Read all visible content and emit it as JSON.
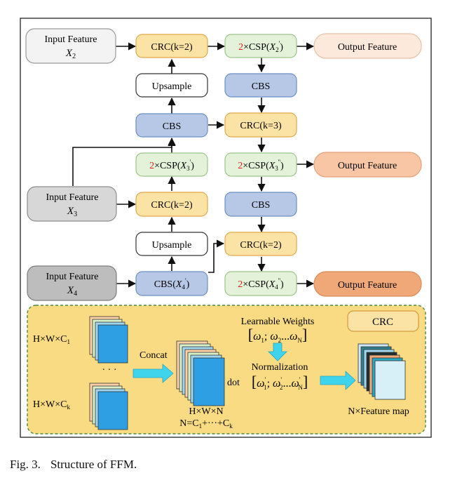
{
  "figure": {
    "caption_label": "Fig. 3.",
    "caption_title": "Structure of FFM."
  },
  "inputs": {
    "x2": {
      "label": "Input Feature",
      "var": "X",
      "sub": "2"
    },
    "x3": {
      "label": "Input Feature",
      "var": "X",
      "sub": "3"
    },
    "x4": {
      "label": "Input Feature",
      "var": "X",
      "sub": "4"
    }
  },
  "outputs": {
    "o1": "Output Feature",
    "o2": "Output Feature",
    "o3": "Output Feature"
  },
  "blocks": {
    "crc_k2_top": "CRC(k=2)",
    "crc_k3": "CRC(k=3)",
    "crc_k2_mid": "CRC(k=2)",
    "crc_k2_right": "CRC(k=2)",
    "upsample_1": "Upsample",
    "upsample_2": "Upsample",
    "cbs_left": "CBS",
    "cbs_right_1": "CBS",
    "cbs_right_2": "CBS",
    "cbs_x4": {
      "prefix": "CBS(",
      "var": "X",
      "sub": "4",
      "sup": "'",
      "suffix": ")"
    },
    "csp_x2": {
      "mult": "2",
      "prefix": "×CSP(",
      "var": "X",
      "sub": "2",
      "sup": "'",
      "suffix": ")"
    },
    "csp_x3_left": {
      "mult": "2",
      "prefix": "×CSP(",
      "var": "X",
      "sub": "3",
      "sup": "'",
      "suffix": ")"
    },
    "csp_x3_right": {
      "mult": "2",
      "prefix": "×CSP(",
      "var": "X",
      "sub": "3",
      "sup": "''",
      "suffix": ")"
    },
    "csp_x4": {
      "mult": "2",
      "prefix": "×CSP(",
      "var": "X",
      "sub": "4",
      "sup": "''",
      "suffix": ")"
    }
  },
  "crc_detail": {
    "badge": "CRC",
    "input_dim_1": {
      "text": "H×W×C",
      "sub": "1"
    },
    "input_dim_k": {
      "text": "H×W×C",
      "sub": "k"
    },
    "ellipsis": "· · ·",
    "concat": "Concat",
    "concat_dim": "H×W×N",
    "concat_eq": {
      "a": "N=C",
      "a_sub": "1",
      "b": "+···+C",
      "b_sub": "k"
    },
    "learnable_weights": "Learnable Weights",
    "weights_vec": {
      "open": "[",
      "w": "ω",
      "s1": "1",
      "s2": "2",
      "sN": "N",
      "sep1": "; ",
      "sep2": "...",
      "close": "]"
    },
    "normalization": "Normalization",
    "norm_vec": {
      "open": "[",
      "w": "ω",
      "s1": "1",
      "s2": "2",
      "sN": "N",
      "sep1": "; ",
      "sep2": "...",
      "close": "]",
      "prime": "'"
    },
    "dot": "dot",
    "output_label": "N×Feature map"
  },
  "colors": {
    "orange_block": "#fbe3a6",
    "orange_stroke": "#e0a84a",
    "blue_block": "#b6c8e6",
    "blue_stroke": "#6d8ec2",
    "green_block": "#e4f2da",
    "green_stroke": "#9cc48a",
    "input_light": "#f3f3f3",
    "input_mid": "#d7d7d7",
    "input_dark": "#bdbdbd",
    "output_light": "#fde9dc",
    "output_mid": "#f8c6a4",
    "output_dark": "#f0a878",
    "crc_panel": "#f8db82",
    "cyan_arrow": "#3fd4ec",
    "red_text": "#e02020"
  }
}
